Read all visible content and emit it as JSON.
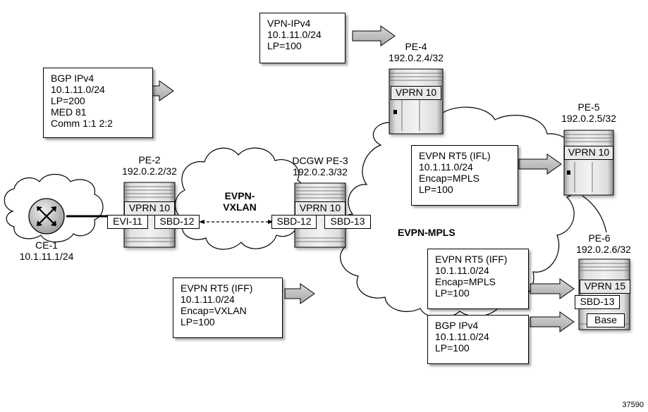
{
  "nodes": {
    "ce1": {
      "name": "CE-1",
      "ip": "10.1.11.1/24"
    },
    "pe2": {
      "name": "PE-2",
      "ip": "192.0.2.2/32",
      "vprn": "VPRN 10",
      "evi": "EVI-11",
      "sbd": "SBD-12"
    },
    "pe3": {
      "name": "DCGW PE-3",
      "ip": "192.0.2.3/32",
      "vprn": "VPRN 10",
      "sbd_left": "SBD-12",
      "sbd_right": "SBD-13"
    },
    "pe4": {
      "name": "PE-4",
      "ip": "192.0.2.4/32",
      "vprn": "VPRN 10"
    },
    "pe5": {
      "name": "PE-5",
      "ip": "192.0.2.5/32",
      "vprn": "VPRN 10"
    },
    "pe6": {
      "name": "PE-6",
      "ip": "192.0.2.6/32",
      "vprn": "VPRN 15",
      "sbd": "SBD-13",
      "base": "Base"
    }
  },
  "clouds": {
    "vxlan_line1": "EVPN-",
    "vxlan_line2": "VXLAN",
    "mpls": "EVPN-MPLS"
  },
  "routes": {
    "bgp_pe2": [
      "BGP IPv4",
      "10.1.11.0/24",
      "LP=200",
      "MED 81",
      "Comm 1:1 2:2"
    ],
    "vpn_pe4": [
      "VPN-IPv4",
      "10.1.11.0/24",
      "LP=100"
    ],
    "rt5_ifl": [
      "EVPN RT5 (IFL)",
      "10.1.11.0/24",
      "Encap=MPLS",
      "LP=100"
    ],
    "rt5_iff_vxlan": [
      "EVPN RT5 (IFF)",
      "10.1.11.0/24",
      "Encap=VXLAN",
      "LP=100"
    ],
    "rt5_iff_mpls": [
      "EVPN RT5 (IFF)",
      "10.1.11.0/24",
      "Encap=MPLS",
      "LP=100"
    ],
    "bgp_pe6": [
      "BGP IPv4",
      "10.1.11.0/24",
      "LP=100"
    ]
  },
  "figure_id": "37590"
}
